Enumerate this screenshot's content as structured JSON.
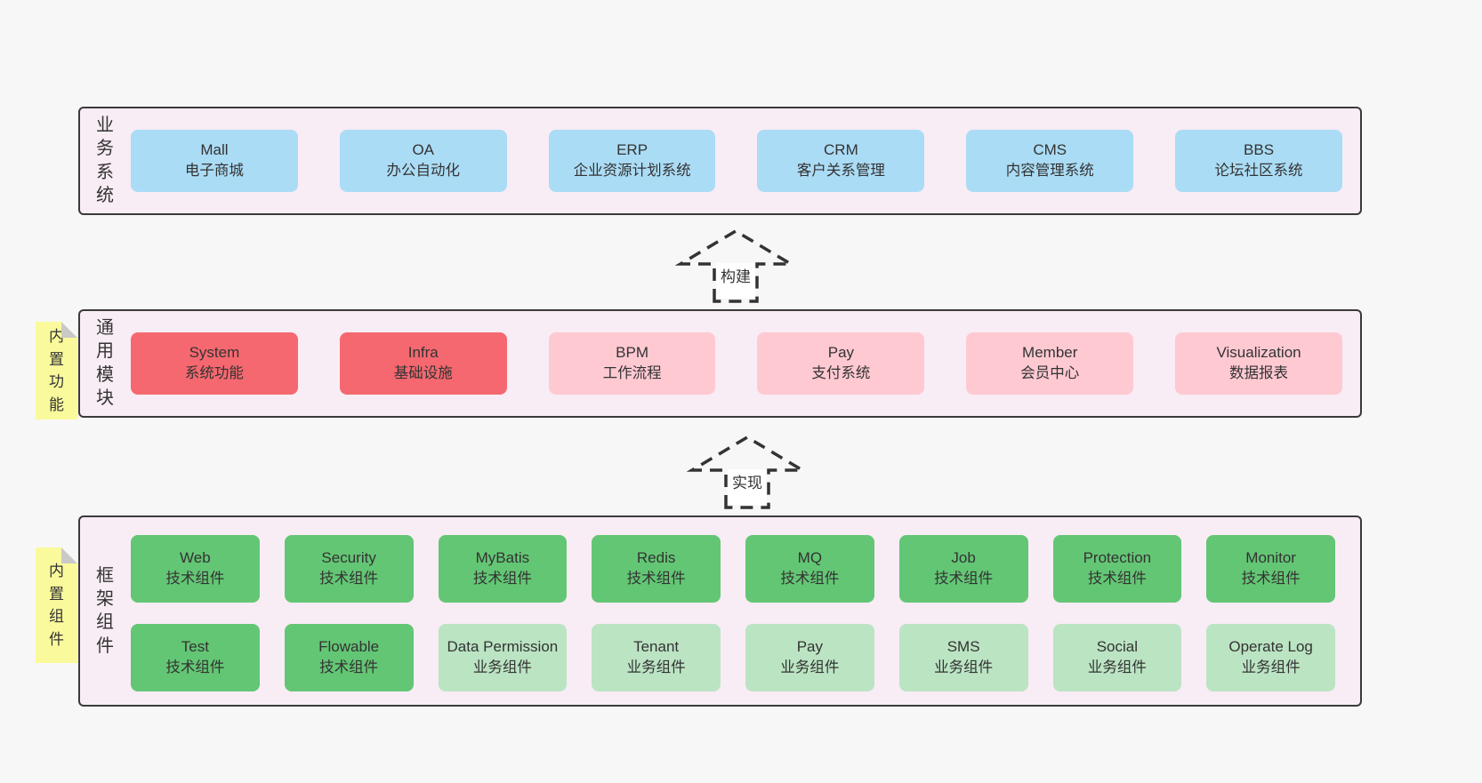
{
  "diagram": {
    "colors": {
      "page_bg": "#f7f7f7",
      "band_bg": "#f8ecf5",
      "band_border": "#3a3a3a",
      "blue": "#abdcf5",
      "red": "#f5686f",
      "pink": "#ffc9d2",
      "green_dark": "#63c674",
      "green_light": "#bbe4c3",
      "sticky_yellow": "#fafa9c",
      "sticky_fold": "#c9c9c9",
      "text": "#333333"
    },
    "arrows": {
      "build": "构建",
      "implement": "实现"
    },
    "bands": {
      "business": {
        "side_label": "业务系统",
        "boxes": [
          {
            "name": "Mall",
            "desc": "电子商城"
          },
          {
            "name": "OA",
            "desc": "办公自动化"
          },
          {
            "name": "ERP",
            "desc": "企业资源计划系统"
          },
          {
            "name": "CRM",
            "desc": "客户关系管理"
          },
          {
            "name": "CMS",
            "desc": "内容管理系统"
          },
          {
            "name": "BBS",
            "desc": "论坛社区系统"
          }
        ]
      },
      "modules": {
        "side_label": "通用模块",
        "sticky_label": "内置功能",
        "boxes": [
          {
            "name": "System",
            "desc": "系统功能",
            "variant": "red"
          },
          {
            "name": "Infra",
            "desc": "基础设施",
            "variant": "red"
          },
          {
            "name": "BPM",
            "desc": "工作流程",
            "variant": "pink"
          },
          {
            "name": "Pay",
            "desc": "支付系统",
            "variant": "pink"
          },
          {
            "name": "Member",
            "desc": "会员中心",
            "variant": "pink"
          },
          {
            "name": "Visualization",
            "desc": "数据报表",
            "variant": "pink"
          }
        ]
      },
      "components": {
        "side_label": "框架组件",
        "sticky_label": "内置组件",
        "row1": [
          {
            "name": "Web",
            "desc": "技术组件",
            "variant": "green-dark"
          },
          {
            "name": "Security",
            "desc": "技术组件",
            "variant": "green-dark"
          },
          {
            "name": "MyBatis",
            "desc": "技术组件",
            "variant": "green-dark"
          },
          {
            "name": "Redis",
            "desc": "技术组件",
            "variant": "green-dark"
          },
          {
            "name": "MQ",
            "desc": "技术组件",
            "variant": "green-dark"
          },
          {
            "name": "Job",
            "desc": "技术组件",
            "variant": "green-dark"
          },
          {
            "name": "Protection",
            "desc": "技术组件",
            "variant": "green-dark"
          },
          {
            "name": "Monitor",
            "desc": "技术组件",
            "variant": "green-dark"
          }
        ],
        "row2": [
          {
            "name": "Test",
            "desc": "技术组件",
            "variant": "green-dark"
          },
          {
            "name": "Flowable",
            "desc": "技术组件",
            "variant": "green-dark"
          },
          {
            "name": "Data Permission",
            "desc": "业务组件",
            "variant": "green-light"
          },
          {
            "name": "Tenant",
            "desc": "业务组件",
            "variant": "green-light"
          },
          {
            "name": "Pay",
            "desc": "业务组件",
            "variant": "green-light"
          },
          {
            "name": "SMS",
            "desc": "业务组件",
            "variant": "green-light"
          },
          {
            "name": "Social",
            "desc": "业务组件",
            "variant": "green-light"
          },
          {
            "name": "Operate Log",
            "desc": "业务组件",
            "variant": "green-light"
          }
        ]
      }
    }
  }
}
